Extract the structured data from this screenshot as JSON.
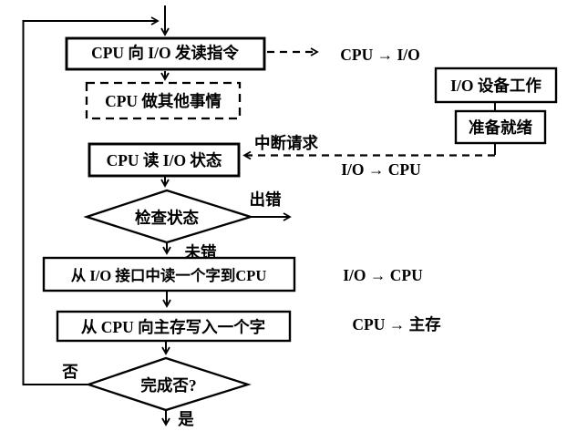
{
  "figure": {
    "description": "interrupt-driven I/O flowchart",
    "background": "#ffffff",
    "line_color": "#000000"
  },
  "nodes": {
    "issue_command": "CPU 向 I/O 发读指令",
    "do_other_work": "CPU 做其他事情",
    "io_device_work": "I/O 设备工作",
    "ready": "准备就绪",
    "read_status": "CPU 读 I/O 状态",
    "check_status": "检查状态",
    "read_word": "从 I/O 接口中读一个字到CPU",
    "write_word": "从 CPU 向主存写入一个字",
    "done_check": "完成否?"
  },
  "labels": {
    "cpu_to_io": "CPU → I/O",
    "interrupt_request": "中断请求",
    "io_to_cpu_interrupt": "I/O → CPU",
    "error": "出错",
    "no_error": "未错",
    "io_to_cpu_transfer": "I/O → CPU",
    "cpu_to_mainmem": "CPU → 主存",
    "no": "否",
    "yes": "是"
  }
}
